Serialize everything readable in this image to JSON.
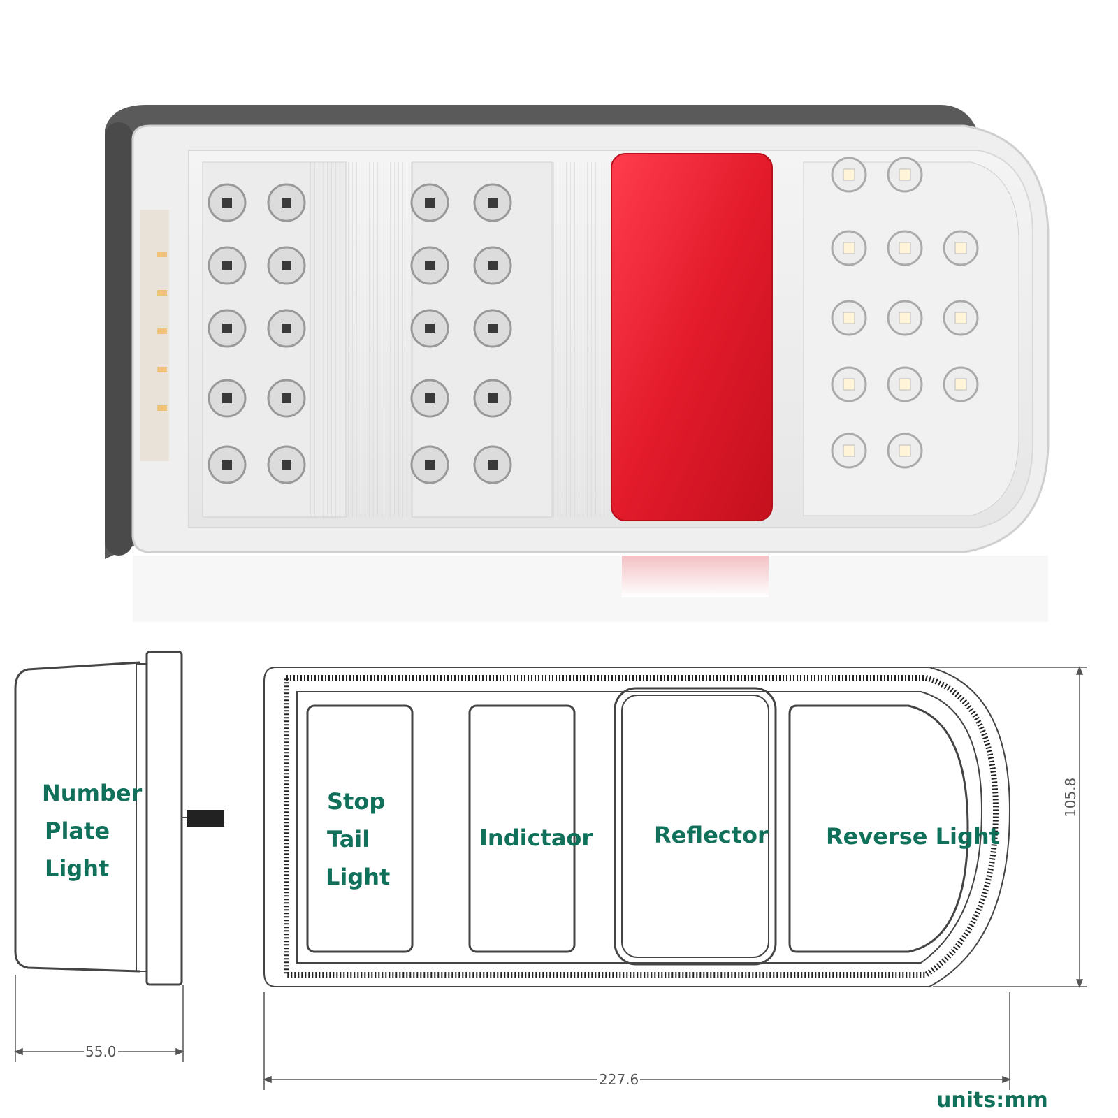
{
  "labels": {
    "number_plate": [
      "Number",
      "Plate",
      "Light"
    ],
    "stop_tail": [
      "Stop",
      "Tail",
      "Light"
    ],
    "indicator": "Indictaor",
    "reflector": "Reflector",
    "reverse": "Reverse Light"
  },
  "dimensions": {
    "depth": "55.0",
    "width": "227.6",
    "height": "105.8",
    "units": "units:mm"
  },
  "colors": {
    "label": "#10705a",
    "reflector_red": "#e31b2b",
    "drawing_line": "#444444"
  }
}
